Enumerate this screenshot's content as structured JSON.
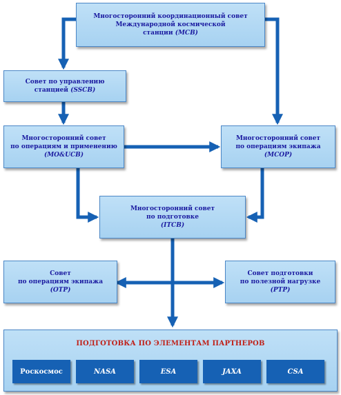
{
  "colors": {
    "box_fill": "#a7d2f1",
    "box_border": "#4a86c6",
    "box_text": "#1a1aa0",
    "arrow": "#1661b4",
    "title_red": "#c02018",
    "partner_fill": "#1661b4"
  },
  "nodes": {
    "mcb": {
      "line1": "Многосторонний координационный совет",
      "line2": "Международной космической",
      "line3": "станции",
      "abbr": "(MCB)"
    },
    "sscb": {
      "line1": "Совет по управлению",
      "line2": "станцией",
      "abbr": "(SSCB)"
    },
    "mo_ucb": {
      "line1": "Многосторонний совет",
      "line2": "по операциям и применению",
      "abbr": "(MO&UCB)"
    },
    "mcop": {
      "line1": "Многосторонний совет",
      "line2": "по операциям экипажа",
      "abbr": "(MCOP)"
    },
    "itcb": {
      "line1": "Многосторонний совет",
      "line2": "по подготовке",
      "abbr": "(ITCB)"
    },
    "otp": {
      "line1": "Совет",
      "line2": "по операциям экипажа",
      "abbr": "(OTP)"
    },
    "ptp": {
      "line1": "Совет подготовки",
      "line2": "по полезной нагрузке",
      "abbr": "(PTP)"
    }
  },
  "bottom": {
    "title": "ПОДГОТОВКА ПО ЭЛЕМЕНТАМ ПАРТНЕРОВ",
    "partners": [
      "Роскосмос",
      "NASA",
      "ESA",
      "JAXA",
      "CSA"
    ]
  }
}
